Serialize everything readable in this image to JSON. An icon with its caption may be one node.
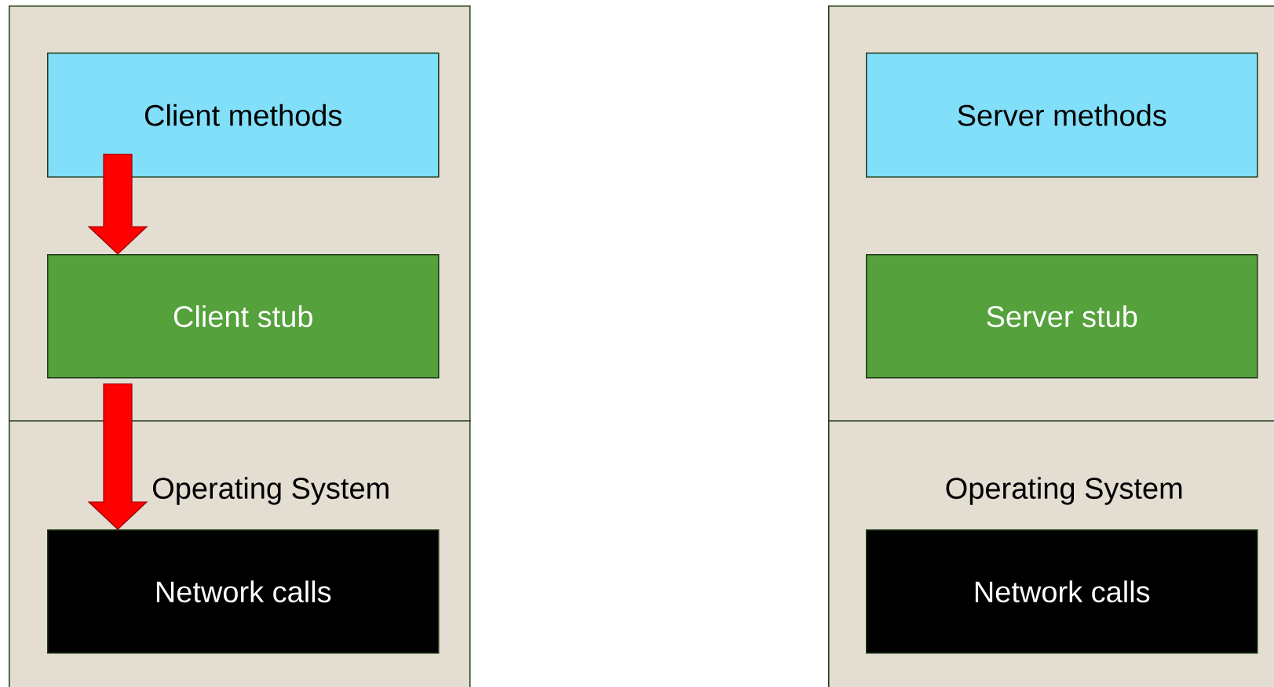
{
  "diagram": {
    "nodes": [
      {
        "text": [],
        "shape": "box"
      },
      {
        "text": [
          "Client methods"
        ],
        "in": 0
      },
      {
        "text": [
          "Client stub"
        ],
        "in": 0
      },
      {
        "text": [
          "Operating System"
        ]
      },
      {
        "text": [
          "Network calls"
        ],
        "in": 3
      },
      {
        "text": [],
        "shape": "box"
      },
      {
        "text": [
          "Server methods"
        ],
        "in": 5
      },
      {
        "text": [
          "Server stub"
        ],
        "in": 5
      },
      {
        "text": [
          "Operating System"
        ]
      },
      {
        "text": [
          "Network calls"
        ],
        "in": 8
      }
    ],
    "edges": [
      {
        "from": 1,
        "to": 2,
        "arrow": "to",
        "style": "thick",
        "color": "#ff0000"
      },
      {
        "from": 2,
        "to": 4,
        "arrow": "to",
        "style": "thick",
        "color": "#ff0000"
      }
    ]
  }
}
